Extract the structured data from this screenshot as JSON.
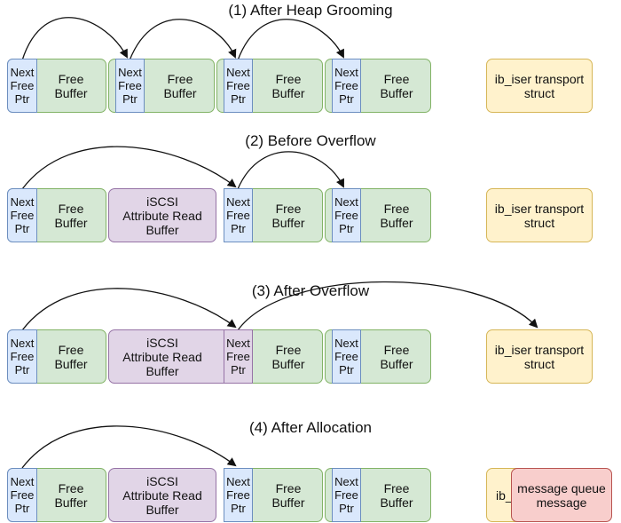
{
  "rows": [
    {
      "title": "(1) After Heap Grooming",
      "boxes": [
        {
          "kind": "green",
          "label": "Free\nBuffer"
        },
        {
          "kind": "green",
          "label": "Free\nBuffer"
        },
        {
          "kind": "green",
          "label": "Free\nBuffer"
        },
        {
          "kind": "green",
          "label": "Free\nBuffer"
        },
        {
          "kind": "yellow",
          "label": "ib_iser transport\nstruct"
        }
      ],
      "ptrs": [
        "Next\nFree\nPtr",
        "Next\nFree\nPtr",
        "Next\nFree\nPtr",
        "Next\nFree\nPtr"
      ]
    },
    {
      "title": "(2) Before Overflow",
      "boxes": [
        {
          "kind": "green",
          "label": "Free\nBuffer"
        },
        {
          "kind": "purple",
          "label": "iSCSI\nAttribute Read\nBuffer"
        },
        {
          "kind": "green",
          "label": "Free\nBuffer"
        },
        {
          "kind": "green",
          "label": "Free\nBuffer"
        },
        {
          "kind": "yellow",
          "label": "ib_iser transport\nstruct"
        }
      ],
      "ptrs": [
        "Next\nFree\nPtr",
        "Next\nFree\nPtr",
        "Next\nFree\nPtr"
      ]
    },
    {
      "title": "(3) After Overflow",
      "boxes": [
        {
          "kind": "green",
          "label": "Free\nBuffer"
        },
        {
          "kind": "purple",
          "label": "iSCSI\nAttribute Read\nBuffer"
        },
        {
          "kind": "green",
          "label": "Free\nBuffer"
        },
        {
          "kind": "green",
          "label": "Free\nBuffer"
        },
        {
          "kind": "yellow",
          "label": "ib_iser transport\nstruct"
        }
      ],
      "ptrs": [
        "Next\nFree\nPtr",
        "Next\nFree\nPtr",
        "Next\nFree\nPtr"
      ]
    },
    {
      "title": "(4) After Allocation",
      "boxes": [
        {
          "kind": "green",
          "label": "Free\nBuffer"
        },
        {
          "kind": "purple",
          "label": "iSCSI\nAttribute Read\nBuffer"
        },
        {
          "kind": "green",
          "label": "Free\nBuffer"
        },
        {
          "kind": "green",
          "label": "Free\nBuffer"
        },
        {
          "kind": "yellow",
          "label": "ib_i"
        },
        {
          "kind": "red",
          "label": "message queue\nmessage"
        }
      ],
      "ptrs": [
        "Next\nFree\nPtr",
        "Next\nFree\nPtr",
        "Next\nFree\nPtr"
      ]
    }
  ]
}
